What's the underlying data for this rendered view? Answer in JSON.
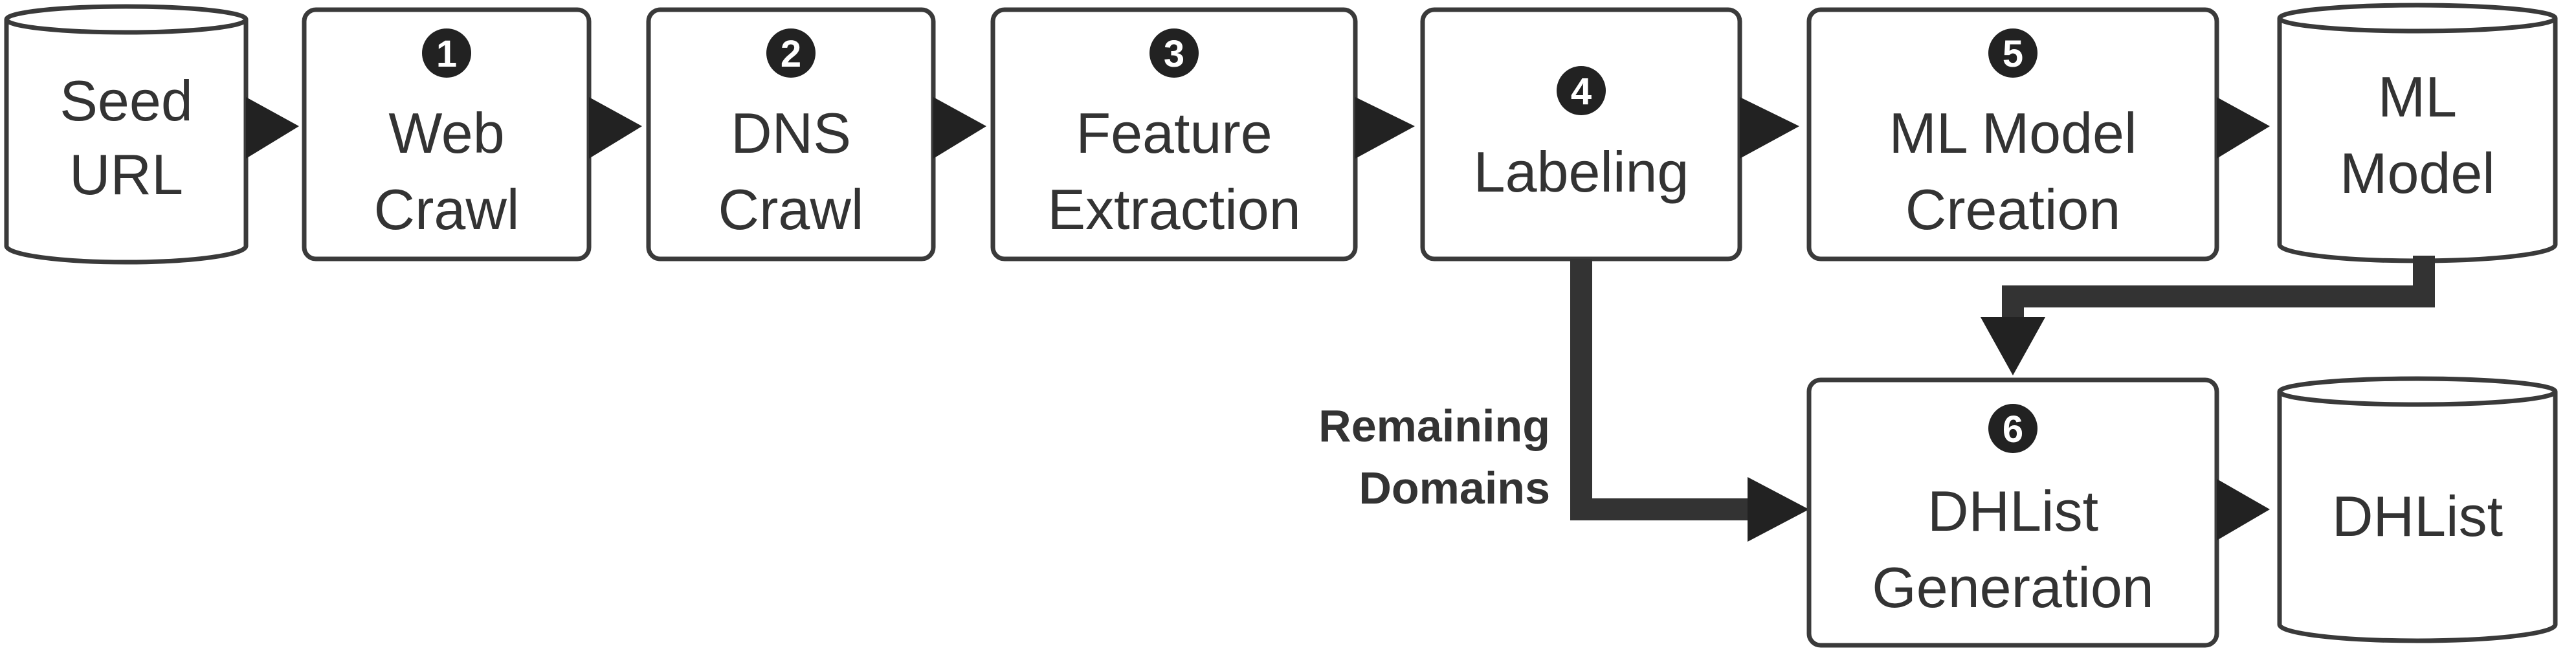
{
  "nodes": {
    "seed_url": {
      "lines": [
        "Seed",
        "URL"
      ]
    },
    "web_crawl": {
      "step": "1",
      "lines": [
        "Web",
        "Crawl"
      ]
    },
    "dns_crawl": {
      "step": "2",
      "lines": [
        "DNS",
        "Crawl"
      ]
    },
    "feature_extraction": {
      "step": "3",
      "lines": [
        "Feature",
        "Extraction"
      ]
    },
    "labeling": {
      "step": "4",
      "lines": [
        "Labeling"
      ]
    },
    "ml_model_creation": {
      "step": "5",
      "lines": [
        "ML Model",
        "Creation"
      ]
    },
    "ml_model": {
      "lines": [
        "ML",
        "Model"
      ]
    },
    "dhlist_generation": {
      "step": "6",
      "lines": [
        "DHList",
        "Generation"
      ]
    },
    "dhlist": {
      "lines": [
        "DHList"
      ]
    }
  },
  "edge_label": {
    "lines": [
      "Remaining",
      "Domains"
    ]
  },
  "colors": {
    "stroke": "#3a3a3a",
    "text": "#333333",
    "badge": "#222222"
  }
}
